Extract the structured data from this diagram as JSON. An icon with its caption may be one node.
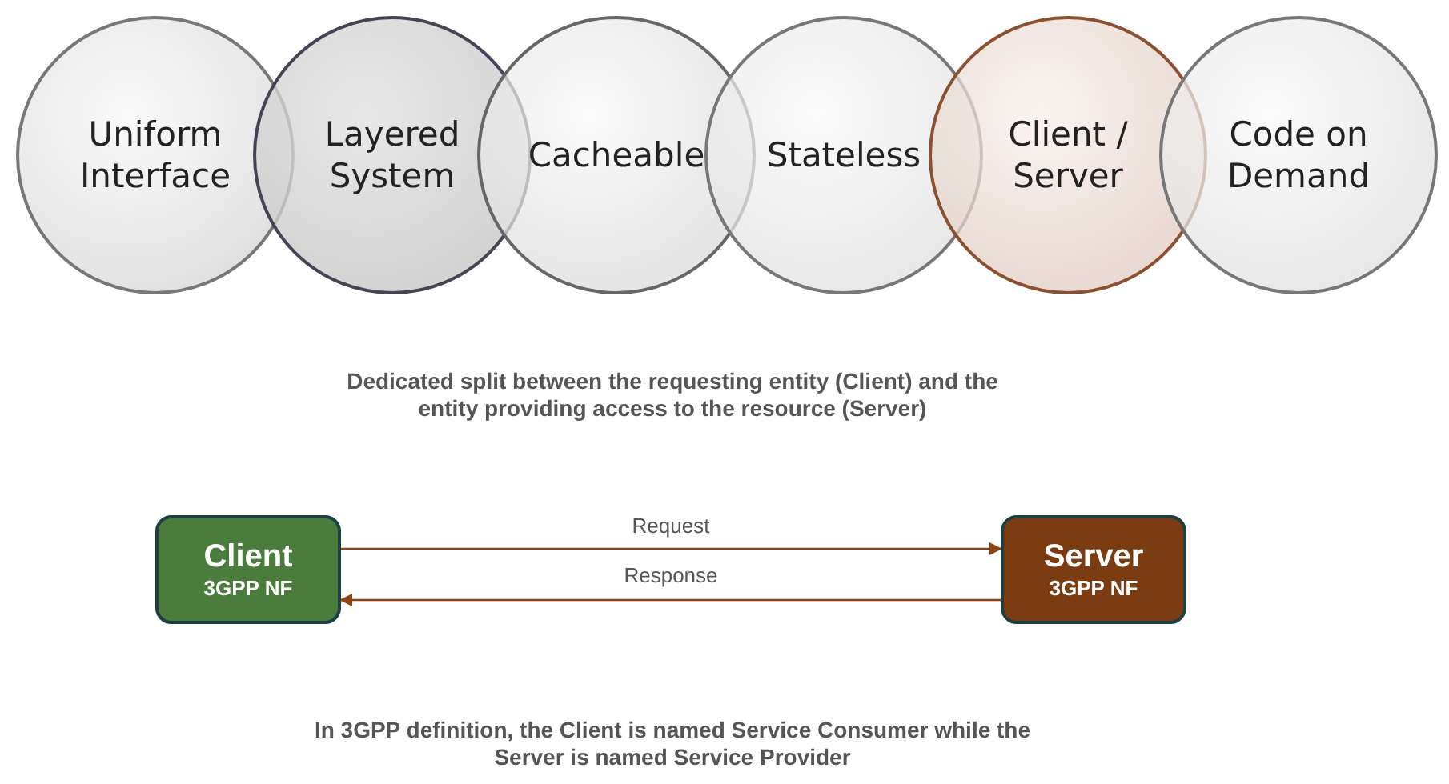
{
  "diagram": {
    "nodes": [
      {
        "text": [
          "Uniform Interface"
        ]
      },
      {
        "text": [
          "Layered System"
        ]
      },
      {
        "text": [
          "Cacheable"
        ]
      },
      {
        "text": [
          "Stateless"
        ]
      },
      {
        "text": [
          "Client / Server"
        ]
      },
      {
        "text": [
          "Code on Demand"
        ]
      },
      {
        "text": [
          "Client",
          "3GPP NF"
        ]
      },
      {
        "text": [
          "Server",
          "3GPP NF"
        ]
      }
    ],
    "edges": [
      {
        "from": 6,
        "to": 7,
        "arrow": "to",
        "label": "Request"
      },
      {
        "from": 7,
        "to": 6,
        "arrow": "to",
        "label": "Response"
      }
    ],
    "labels": [
      "Dedicated split between the requesting entity (Client) and the entity providing access to the resource (Server)",
      "In 3GPP definition, the Client is named Service Consumer while the Server is named Service Provider"
    ]
  }
}
